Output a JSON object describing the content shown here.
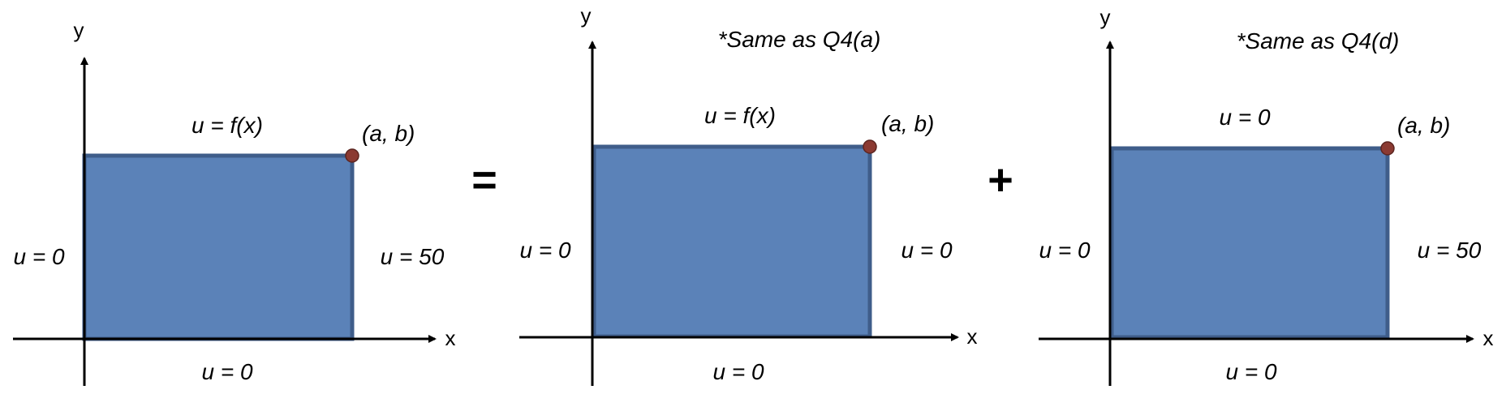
{
  "colors": {
    "region_fill": "#5b82b8",
    "region_border": "#3f5d8a",
    "corner_point": "#8b3a32",
    "axis": "#000000"
  },
  "operators": {
    "equals": "=",
    "plus": "+"
  },
  "panels": [
    {
      "note": "",
      "x_axis_label": "x",
      "y_axis_label": "y",
      "top_bc": "u = f(x)",
      "left_bc": "u = 0",
      "right_bc": "u = 50",
      "bottom_bc": "u = 0",
      "corner_label": "(a, b)"
    },
    {
      "note": "*Same as Q4(a)",
      "x_axis_label": "x",
      "y_axis_label": "y",
      "top_bc": "u = f(x)",
      "left_bc": "u = 0",
      "right_bc": "u = 0",
      "bottom_bc": "u = 0",
      "corner_label": "(a, b)"
    },
    {
      "note": "*Same as Q4(d)",
      "x_axis_label": "x",
      "y_axis_label": "y",
      "top_bc": "u = 0",
      "left_bc": "u = 0",
      "right_bc": "u = 50",
      "bottom_bc": "u = 0",
      "corner_label": "(a, b)"
    }
  ]
}
